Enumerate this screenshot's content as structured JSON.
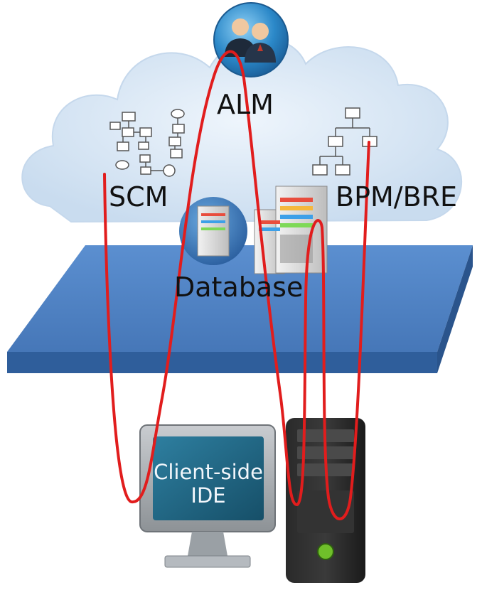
{
  "nodes": {
    "alm": "ALM",
    "scm": "SCM",
    "bpm": "BPM/BRE",
    "database": "Database",
    "client_line1": "Client-side",
    "client_line2": "IDE"
  },
  "icons": {
    "alm": "users-icon",
    "scm": "flowchart-icon",
    "bpm": "org-chart-icon",
    "database": "server-rack-icon",
    "client": "monitor-icon",
    "server": "tower-server-icon"
  },
  "colors": {
    "cloud": "#d6e6f5",
    "platform_top": "#4f80c3",
    "platform_side": "#2e5c99",
    "connector": "#e11d1d",
    "monitor_screen": "#1f5f7a",
    "server_body": "#1b1b1b",
    "power_light": "#6fbf2a"
  }
}
